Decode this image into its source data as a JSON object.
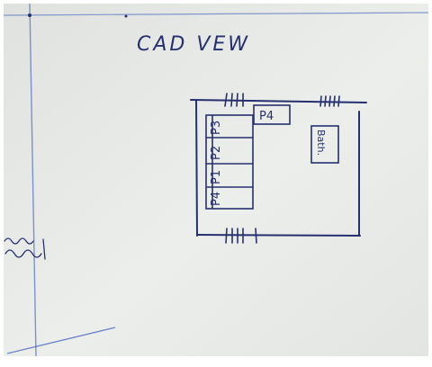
{
  "title": "CAD VEW",
  "rooms": {
    "p1": "P1",
    "p2": "P2",
    "p3": "P3",
    "p4": "P4",
    "bath": "Bath."
  },
  "margin_note": "",
  "colors": {
    "paper": "#e9ece8",
    "paper_shadow": "#d9ddd8",
    "ink": "#27306e",
    "frame": "#ffffff",
    "gridline": "#4a6cc0"
  }
}
